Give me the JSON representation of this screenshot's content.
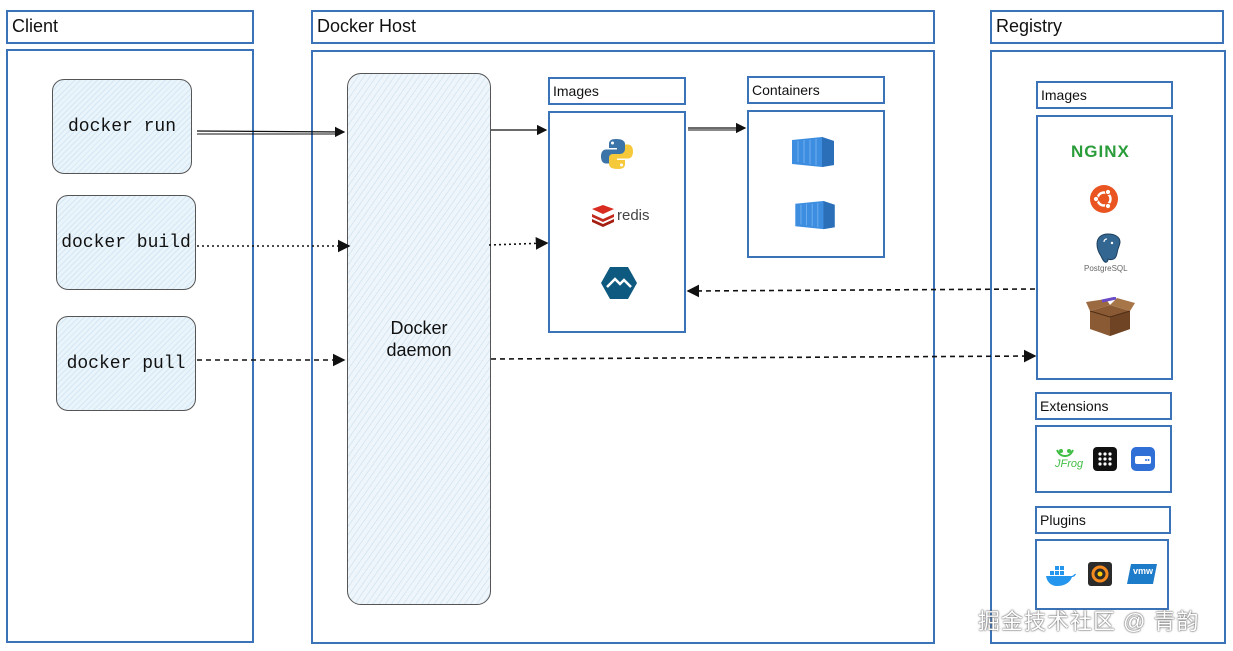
{
  "sections": {
    "client": "Client",
    "host": "Docker Host",
    "registry": "Registry"
  },
  "client_commands": {
    "run": "docker run",
    "build": "docker build",
    "pull": "docker pull"
  },
  "daemon": {
    "line1": "Docker",
    "line2": "daemon"
  },
  "host_panels": {
    "images": "Images",
    "containers": "Containers"
  },
  "host_images": {
    "redis_label": "redis",
    "icons": [
      "python-icon",
      "redis-icon",
      "alpine-icon"
    ]
  },
  "registry_panels": {
    "images": "Images",
    "extensions": "Extensions",
    "plugins": "Plugins"
  },
  "registry_images": {
    "nginx_label": "NGINX",
    "postgres_label": "PostgreSQL",
    "icons": [
      "nginx-logo",
      "ubuntu-icon",
      "postgresql-icon",
      "box-icon"
    ]
  },
  "registry_extensions": {
    "jfrog_label": "JFrog",
    "icons": [
      "jfrog-icon",
      "grid-icon",
      "drive-icon"
    ]
  },
  "registry_plugins": {
    "vmware_label": "vmw",
    "icons": [
      "docker-whale-icon",
      "grafana-icon",
      "vmware-icon"
    ]
  },
  "colors": {
    "frame": "#3b73b9",
    "container": "#3d8de0",
    "redis": "#d82c20",
    "nginx": "#2a9d3a"
  },
  "watermark": "掘金技术社区 @ 青韵"
}
